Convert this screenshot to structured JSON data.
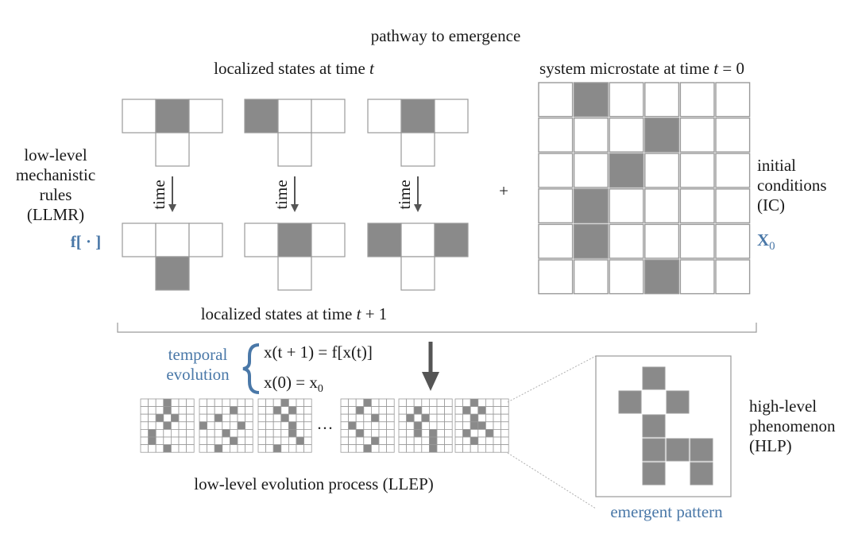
{
  "title": "pathway to emergence",
  "rules": {
    "top_label": "localized states at time ",
    "top_label_var": "t",
    "bottom_label": "localized states at time ",
    "bottom_label_var": "t",
    "bottom_label_suffix": " + 1",
    "time_label": "time",
    "side_label_lines": [
      "low-level",
      "mechanistic",
      "rules",
      "(LLMR)"
    ],
    "f_symbol": "f[ · ]",
    "items": [
      {
        "before": [
          0,
          1,
          0,
          0
        ],
        "after": [
          0,
          0,
          0,
          1
        ]
      },
      {
        "before": [
          1,
          0,
          0,
          0
        ],
        "after": [
          0,
          1,
          0,
          0
        ]
      },
      {
        "before": [
          0,
          1,
          0,
          0
        ],
        "after": [
          1,
          0,
          1,
          0
        ]
      }
    ]
  },
  "plus": "+",
  "microstate": {
    "label": "system microstate at time ",
    "label_var": "t",
    "label_suffix": " = 0",
    "grid": [
      [
        0,
        1,
        0,
        0,
        0,
        0
      ],
      [
        0,
        0,
        0,
        1,
        0,
        0
      ],
      [
        0,
        0,
        1,
        0,
        0,
        0
      ],
      [
        0,
        1,
        0,
        0,
        0,
        0
      ],
      [
        0,
        1,
        0,
        0,
        0,
        0
      ],
      [
        0,
        0,
        0,
        1,
        0,
        0
      ]
    ],
    "ic_label_lines": [
      "initial",
      "conditions",
      "(IC)"
    ],
    "x0_symbol": "X",
    "x0_sub": "0"
  },
  "evolution": {
    "label_lines": [
      "temporal",
      "evolution"
    ],
    "eq1": "x(t + 1) = f[x(t)]",
    "eq2": "x(0) = x",
    "eq2_sub": "0",
    "ellipsis": "···",
    "process_label": "low-level evolution process (LLEP)"
  },
  "hlp": {
    "label_lines": [
      "high-level",
      "phenomenon",
      "(HLP)"
    ],
    "pattern_label": "emergent pattern",
    "pattern_cells": [
      [
        0,
        1
      ],
      [
        1,
        0
      ],
      [
        1,
        2
      ],
      [
        2,
        1
      ],
      [
        3,
        1
      ],
      [
        3,
        2
      ],
      [
        3,
        3
      ],
      [
        4,
        1
      ],
      [
        4,
        3
      ]
    ]
  },
  "colors": {
    "filled": "#8a8a8a",
    "stroke": "#9a9a9a",
    "text": "#1a1a1a",
    "accent": "#4a78a8",
    "arrow": "#555555"
  }
}
